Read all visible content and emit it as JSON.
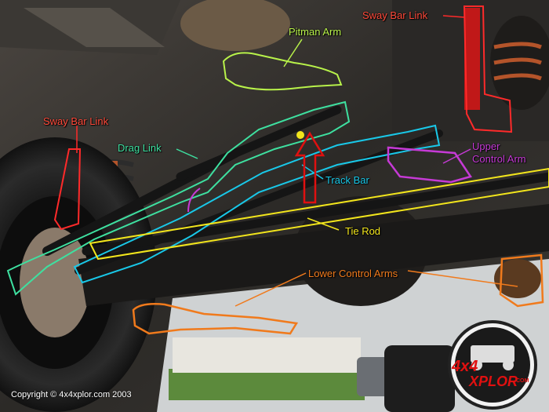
{
  "labels": {
    "pitman_arm": "Pitman Arm",
    "sway_bar_link_right": "Sway Bar Link",
    "sway_bar_link_left": "Sway Bar Link",
    "drag_link": "Drag Link",
    "upper_control_arm_line1": "Upper",
    "upper_control_arm_line2": "Control Arm",
    "track_bar": "Track Bar",
    "tie_rod": "Tie Rod",
    "lower_control_arms": "Lower Control Arms"
  },
  "colors": {
    "pitman_arm": "#b8f24a",
    "sway_bar_link": "#ff2a2a",
    "drag_link": "#3ee0a0",
    "track_bar_outline": "#19c8e8",
    "upper_control_arm": "#c63ad6",
    "track_bar_arrow": "#e01010",
    "tie_rod": "#f2e51c",
    "lower_control_arms": "#f07a1c"
  },
  "logo": {
    "line1": "4x4",
    "line2": "XPLOR",
    "suffix": ".COM"
  },
  "copyright": "Copyright © 4x4xplor.com 2003"
}
